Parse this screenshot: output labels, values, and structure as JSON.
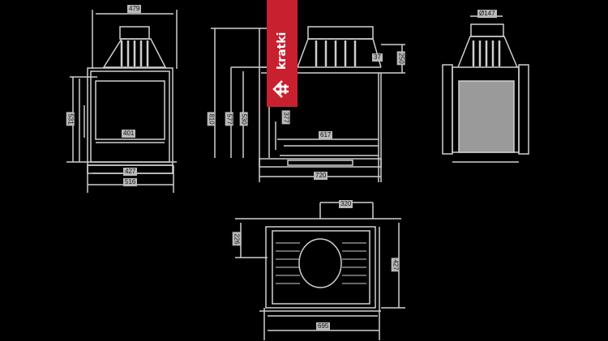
{
  "brand": {
    "name": "kratki",
    "color": "#c8202f"
  },
  "views": {
    "front": {
      "dims": {
        "top_width": "479",
        "inner_width": "401",
        "base_inner": "427",
        "base_outer": "516",
        "height": "531"
      }
    },
    "side": {
      "dims": {
        "total_height": "810",
        "h2": "577",
        "h3": "530",
        "h4": "377",
        "flue_offset": "37",
        "flue_height": "250",
        "depth_inner": "617",
        "depth_total": "720"
      }
    },
    "back": {
      "dims": {
        "flue_diameter": "Ø147"
      }
    },
    "top": {
      "dims": {
        "flue_offset": "320",
        "flue_depth": "226",
        "depth": "427",
        "width": "695"
      }
    }
  },
  "colors": {
    "background": "#000000",
    "line": "#d0d0d0",
    "label_bg": "#b9b9b9"
  }
}
